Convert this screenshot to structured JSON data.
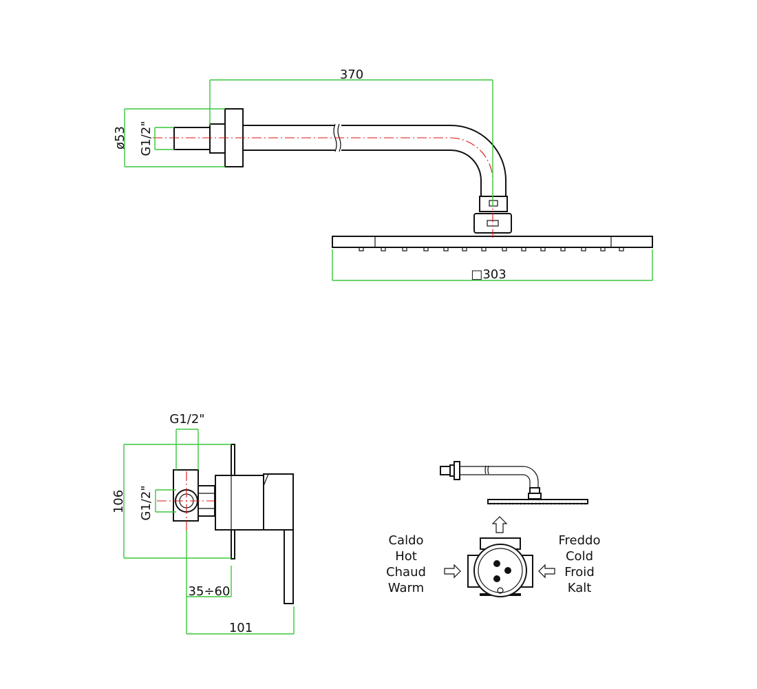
{
  "shower_arm": {
    "length_dim": "370",
    "flange_dim": "ø53",
    "thread_dim": "G1/2\"",
    "head_size_dim": "□303"
  },
  "mixer": {
    "top_thread_dim": "G1/2\"",
    "side_thread_dim": "G1/2\"",
    "height_dim": "106",
    "depth_range_dim": "35÷60",
    "total_length_dim": "101"
  },
  "schema": {
    "hot_labels": [
      "Caldo",
      "Hot",
      "Chaud",
      "Warm"
    ],
    "cold_labels": [
      "Freddo",
      "Cold",
      "Froid",
      "Kalt"
    ]
  }
}
